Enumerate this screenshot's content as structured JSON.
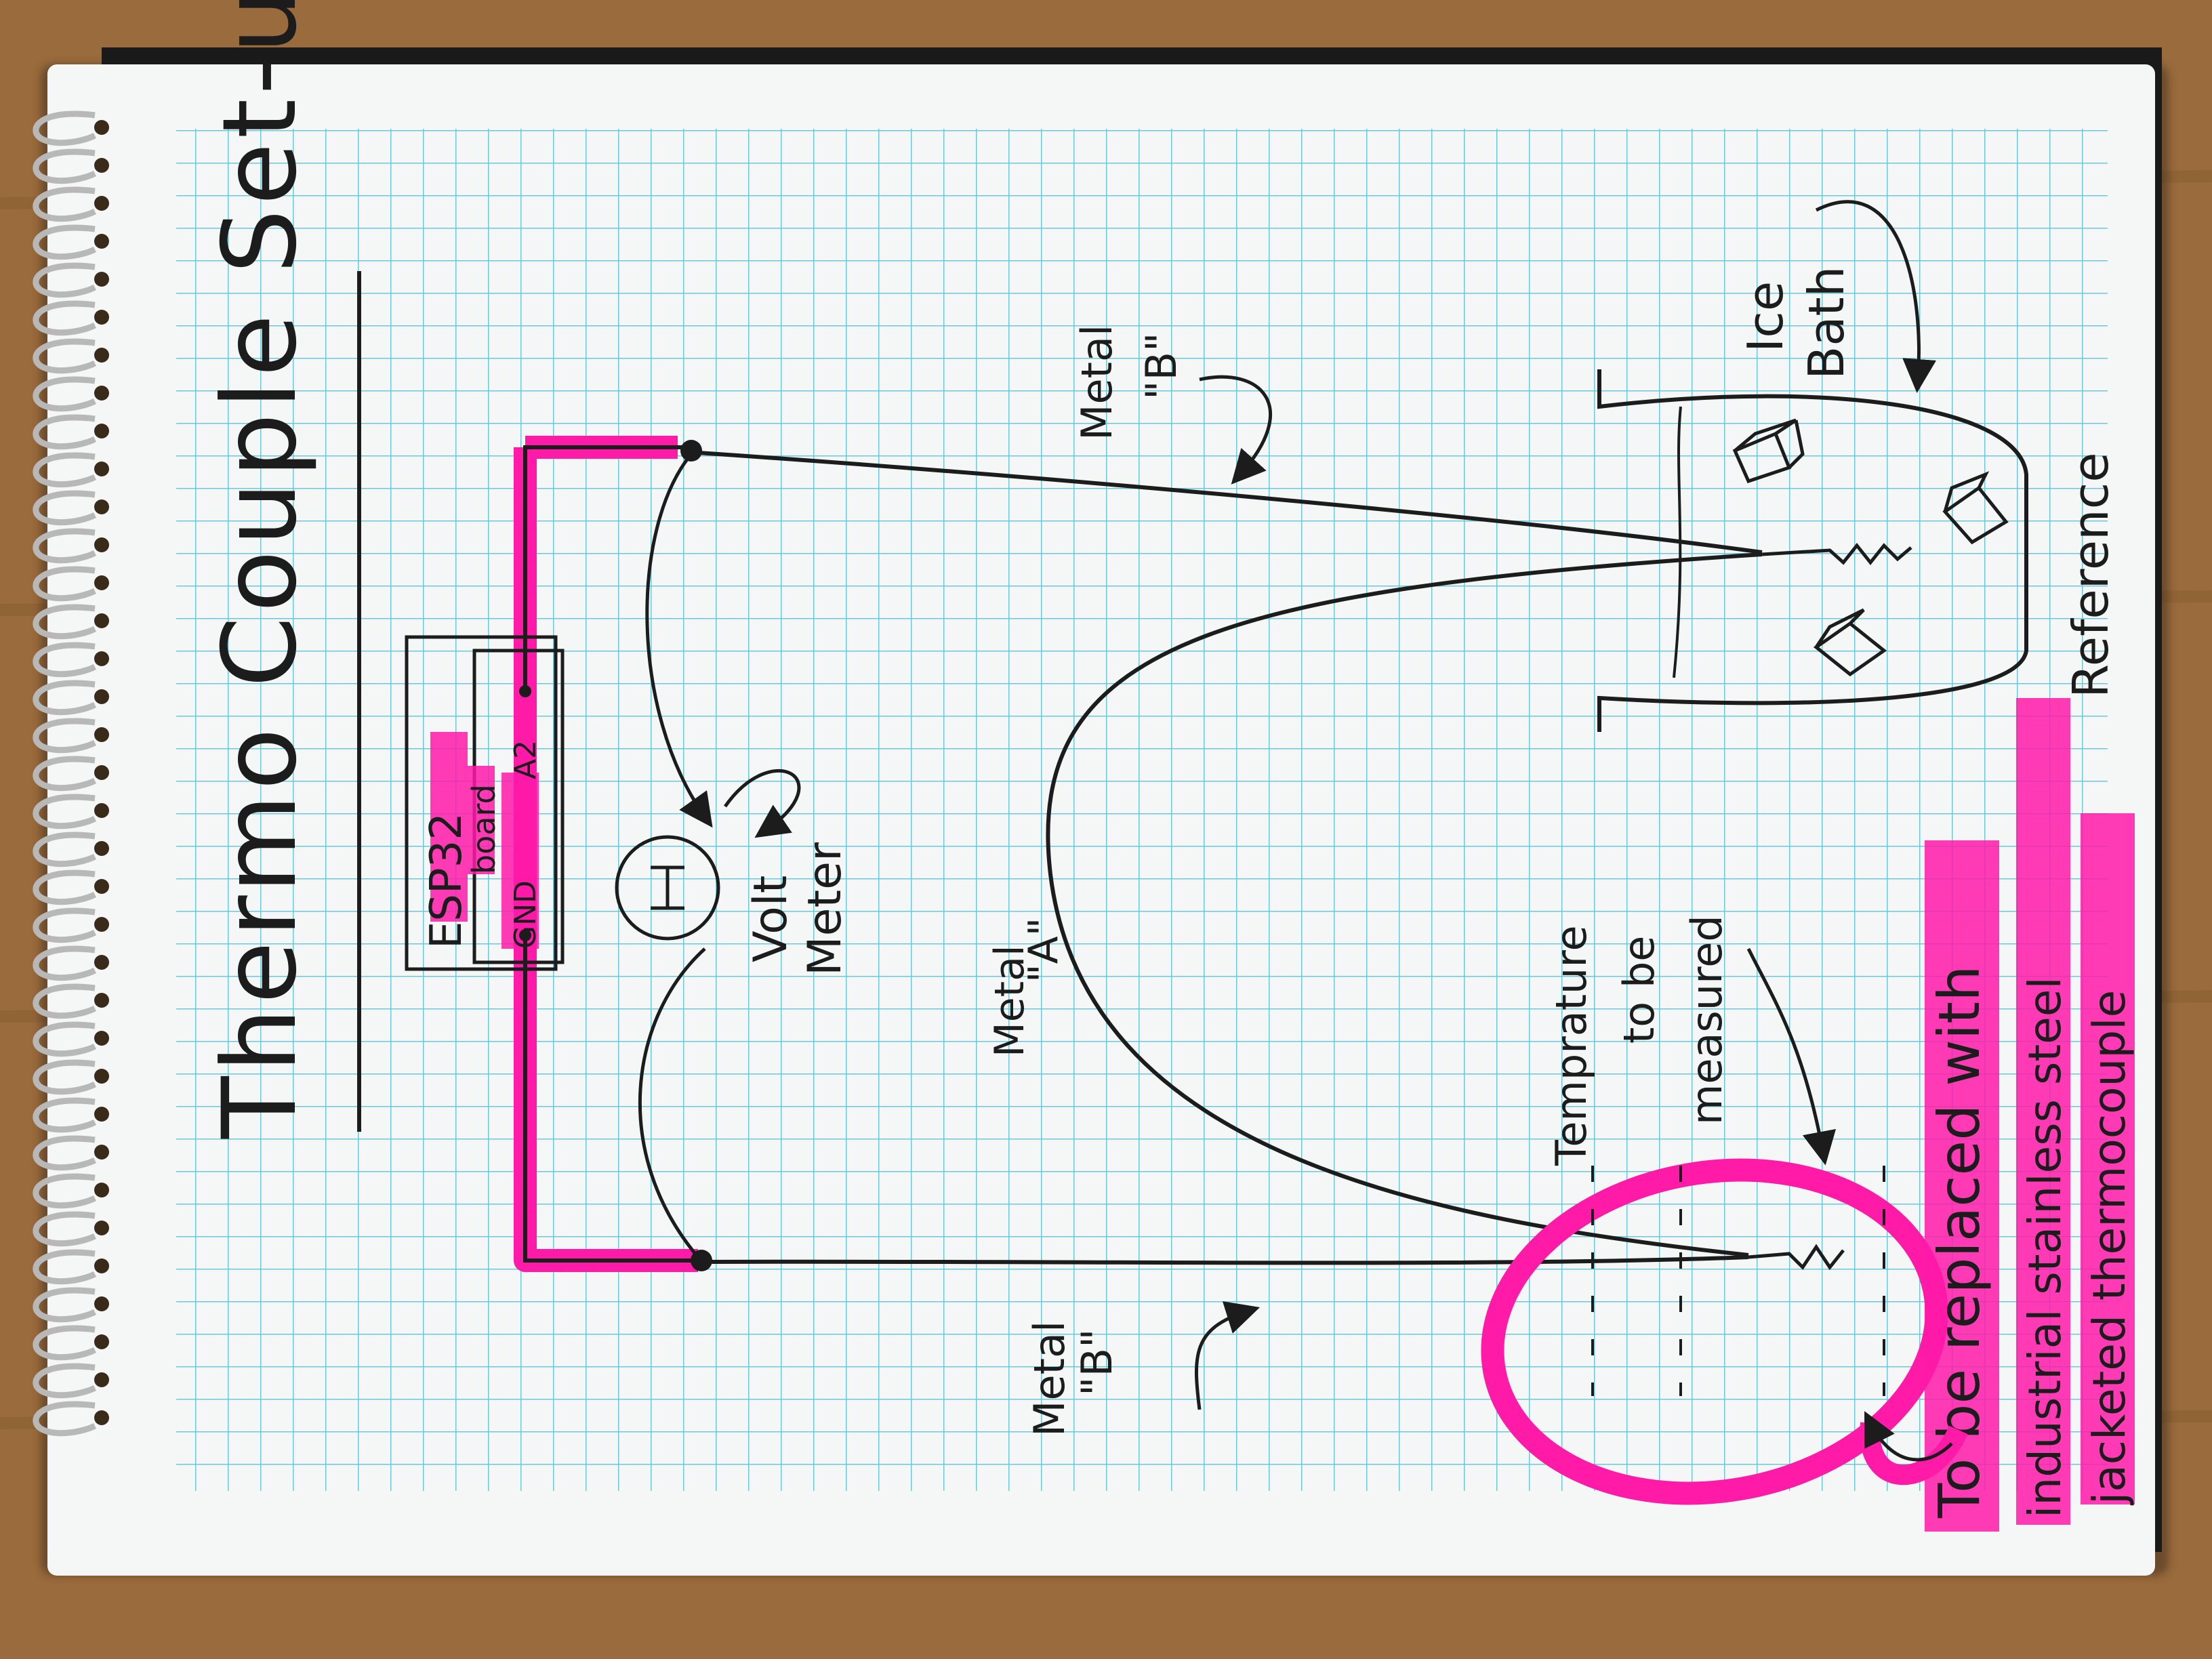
{
  "title": "Thermo Couple Set-up",
  "board": {
    "name": "ESP32",
    "sub": "board",
    "gnd": "GND",
    "a2": "A2"
  },
  "voltmeter": {
    "line1": "Volt",
    "line2": "Meter"
  },
  "labels": {
    "metal_b_top": [
      "Metal",
      "\"B\""
    ],
    "metal_a": [
      "Metal",
      "\"A\""
    ],
    "metal_b_bottom": [
      "Metal",
      "\"B\""
    ],
    "ice_bath": [
      "Ice",
      "Bath"
    ],
    "reference": "Reference",
    "temperature": [
      "Temprature",
      "to be",
      "measured"
    ]
  },
  "note": [
    "To be replaced with",
    "industrial stainless steel",
    "jacketed thermocouple"
  ],
  "colors": {
    "highlight": "#ff1aa8",
    "ink": "#1c1c1c",
    "grid": "#6cc7d6",
    "paper": "#f4f7f6",
    "wood": "#9a6b3c"
  }
}
